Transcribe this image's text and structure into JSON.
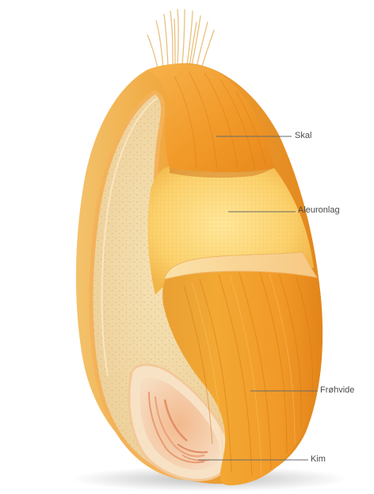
{
  "diagram": {
    "labels": {
      "skal": "Skal",
      "aleuronlag": "Aleuronlag",
      "frohvide": "Frøhvide",
      "kim": "Kim"
    }
  }
}
